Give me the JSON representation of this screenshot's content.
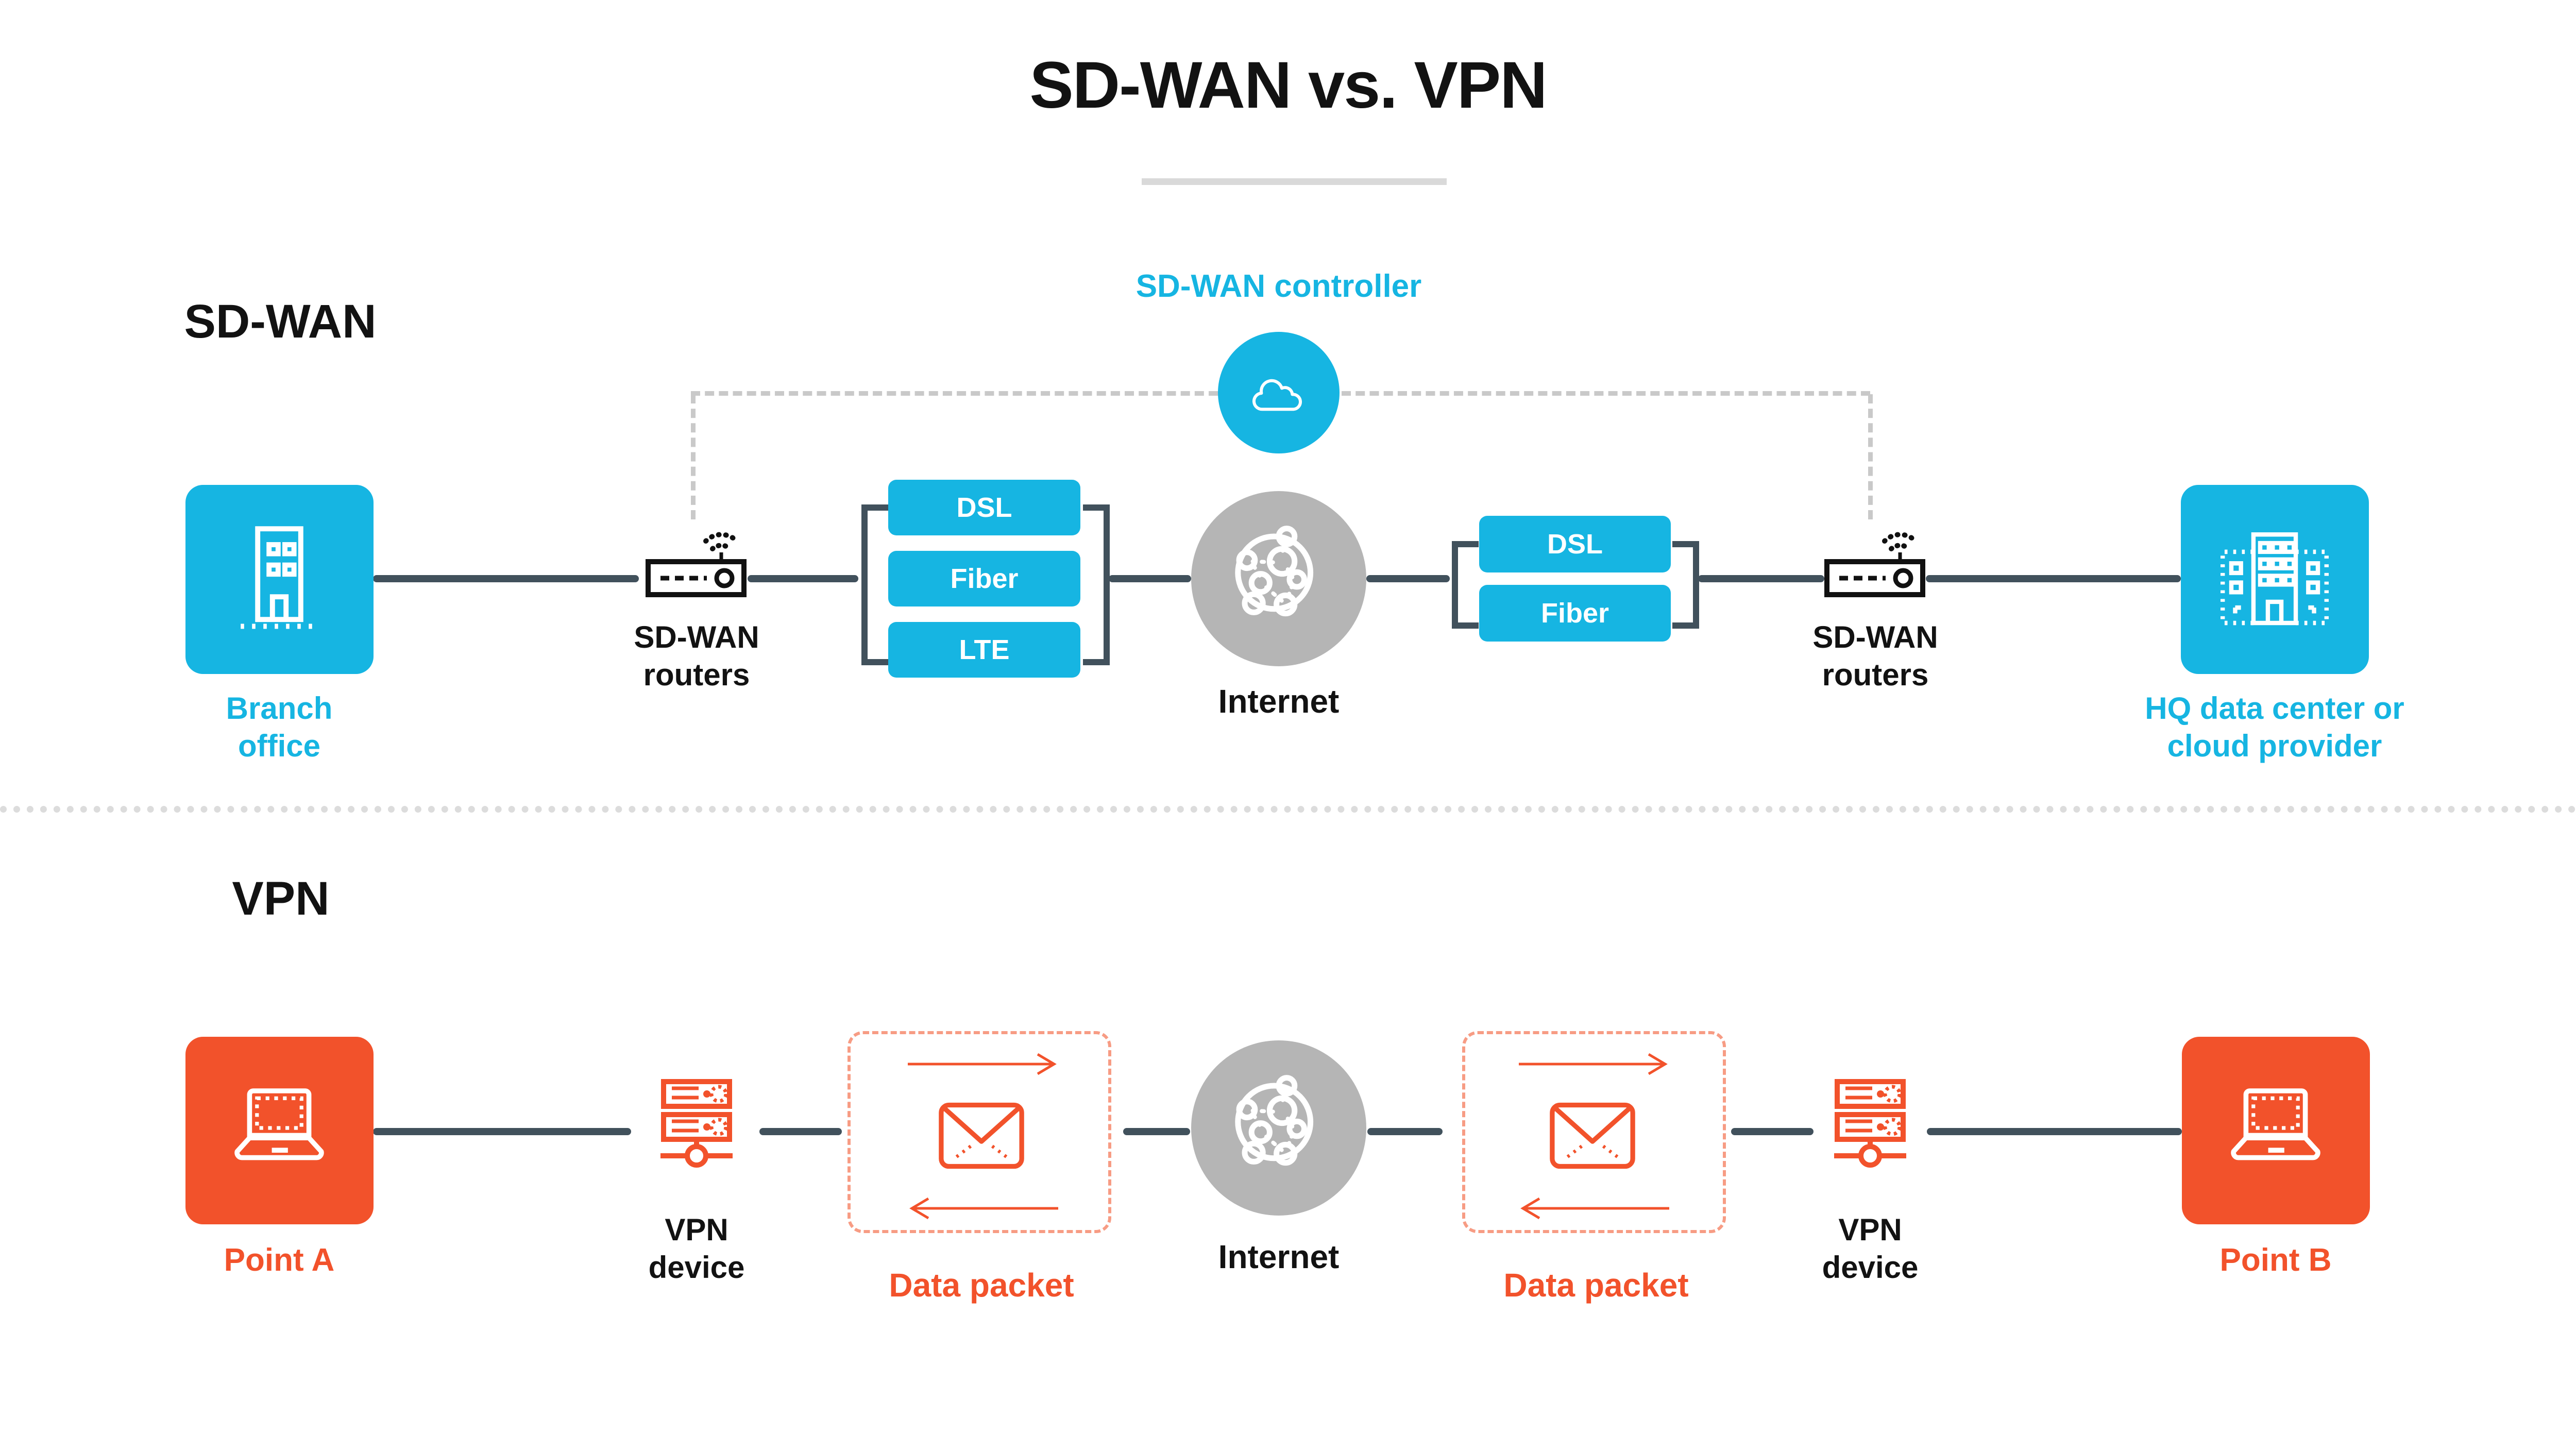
{
  "title": "SD-WAN vs. VPN",
  "colors": {
    "cyan": "#16B5E2",
    "orange": "#F2522B",
    "slate": "#41515C",
    "gray": "#B5B5B5"
  },
  "sdwan": {
    "section_label": "SD-WAN",
    "controller_label": "SD-WAN controller",
    "branch_label": "Branch office",
    "routers_label": "SD-WAN routers",
    "links_left": [
      "DSL",
      "Fiber",
      "LTE"
    ],
    "links_right": [
      "DSL",
      "Fiber"
    ],
    "internet_label": "Internet",
    "hq_label": "HQ data center or cloud provider"
  },
  "vpn": {
    "section_label": "VPN",
    "point_a_label": "Point A",
    "device_label": "VPN device",
    "data_packet_label": "Data packet",
    "internet_label": "Internet",
    "point_b_label": "Point B"
  }
}
